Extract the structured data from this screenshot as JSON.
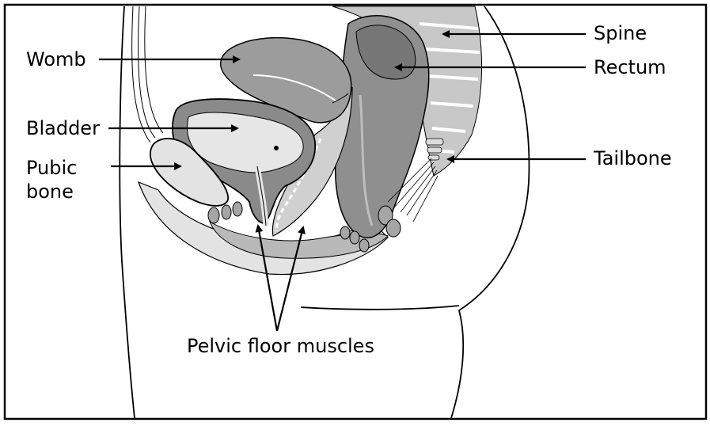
{
  "labels": {
    "womb": "Womb",
    "bladder": "Bladder",
    "pubic_line1": "Pubic",
    "pubic_line2": "bone",
    "spine": "Spine",
    "rectum": "Rectum",
    "tailbone": "Tailbone",
    "pelvic_floor": "Pelvic floor muscles"
  },
  "colors": {
    "frame": "#000000",
    "organ_dark": "#8f8f8f",
    "organ_mid": "#b5b5b5",
    "organ_light": "#d7d7d7",
    "organ_pale": "#e8e8e8"
  }
}
